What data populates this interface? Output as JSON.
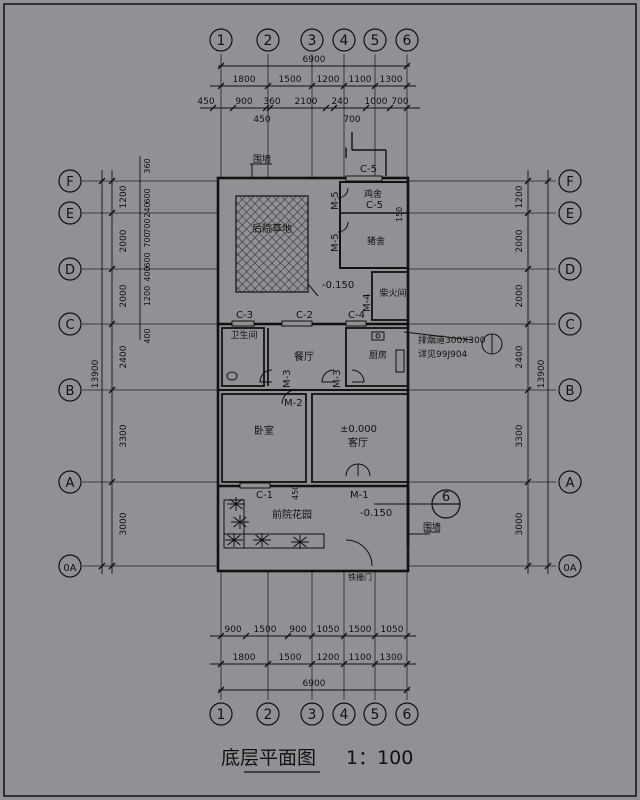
{
  "drawing": {
    "title": "底层平面图",
    "scale": "1：100",
    "colors": {
      "background": "#8f9194",
      "ink": "#111111",
      "hatch": "#333333"
    }
  },
  "axes": {
    "columns": [
      "1",
      "2",
      "3",
      "4",
      "5",
      "6"
    ],
    "rows": [
      "F",
      "E",
      "D",
      "C",
      "B",
      "A",
      "0A"
    ]
  },
  "dims": {
    "top_total": "6900",
    "top_row1": [
      "1800",
      "1500",
      "1200",
      "1100",
      "1300"
    ],
    "top_row2": [
      "450",
      "900",
      "360",
      "2100",
      "240",
      "1000",
      "700"
    ],
    "top_small": [
      "450",
      "700"
    ],
    "bottom_row1": [
      "900",
      "1500",
      "900",
      "1050",
      "1500",
      "1050"
    ],
    "bottom_row2": [
      "1800",
      "1500",
      "1200",
      "1100",
      "1300"
    ],
    "bottom_total": "6900",
    "left": [
      "1200",
      "2000",
      "2000",
      "2400",
      "3300",
      "3000"
    ],
    "left_total": "13900",
    "left_inner": [
      "360",
      "600",
      "240",
      "700",
      "700",
      "600",
      "400",
      "1200",
      "400"
    ],
    "right": [
      "1200",
      "2000",
      "2000",
      "2400",
      "3300",
      "3000"
    ],
    "right_total": "13900"
  },
  "rooms": {
    "backyard_lawn": "后院草地",
    "chicken": "鸡舍",
    "pig": "猪舍",
    "firewood": "柴火间",
    "bathroom": "卫生间",
    "dining": "餐厅",
    "kitchen": "厨房",
    "bedroom": "卧室",
    "living": "客厅",
    "front_garden": "前院花园",
    "wall_top": "围墙",
    "wall_bottom": "围墙",
    "gate": "铁栅门"
  },
  "labels": {
    "c5a": "C-5",
    "c5b": "C-5",
    "c3": "C-3",
    "c2": "C-2",
    "c4": "C-4",
    "c1": "C-1",
    "m5a": "M-5",
    "m5b": "M-5",
    "m4": "M-4",
    "m3a": "M-3",
    "m3b": "M-3",
    "m2": "M-2",
    "m1": "M-1",
    "level_back": "-0.150",
    "level_living": "±0.000",
    "level_front": "-0.150",
    "num150": "150",
    "num450": "450",
    "section_mark": "I",
    "flue1": "排烟道300X300",
    "flue2": "详见99J904",
    "detail_num": "6"
  }
}
